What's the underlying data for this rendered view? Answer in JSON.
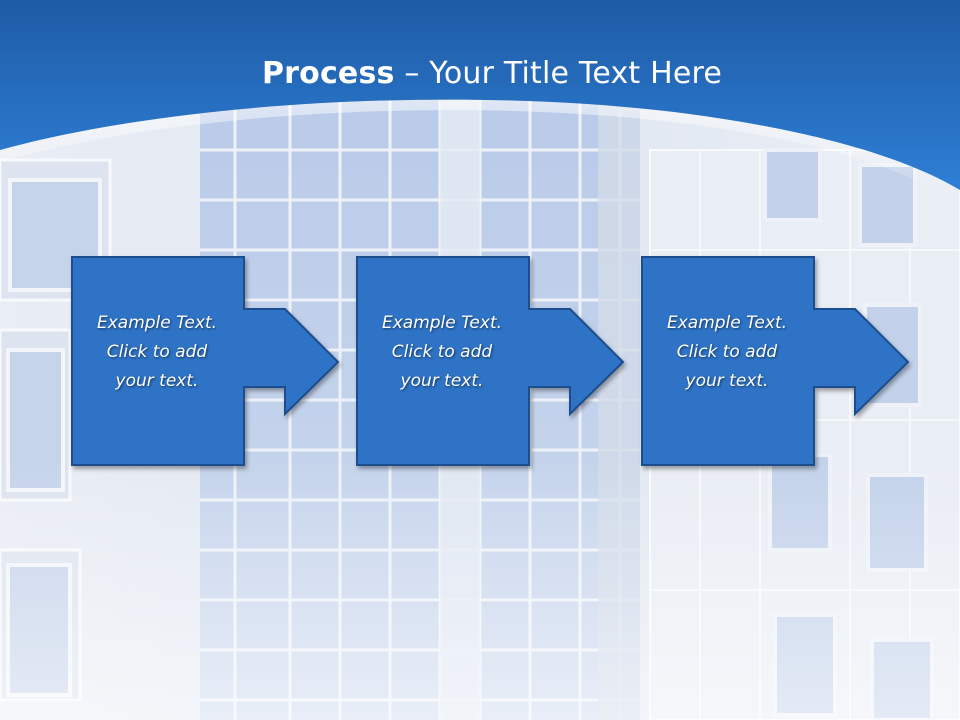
{
  "slide": {
    "title_bold": "Process",
    "title_separator": " – ",
    "title_rest": "Your Title Text Here"
  },
  "steps": [
    {
      "line1": "Example Text.",
      "line2": "Click  to add",
      "line3": "your text."
    },
    {
      "line1": "Example Text.",
      "line2": "Click  to add",
      "line3": "your text."
    },
    {
      "line1": "Example Text.",
      "line2": "Click  to add",
      "line3": "your text."
    }
  ],
  "colors": {
    "band_top": "#1e5fa8",
    "band_bottom": "#2f7ed6",
    "box_fill": "#2e73c6",
    "box_border": "#1a4d8c",
    "building_glass": "#c4d3ec",
    "building_panel": "#eef1f6"
  }
}
